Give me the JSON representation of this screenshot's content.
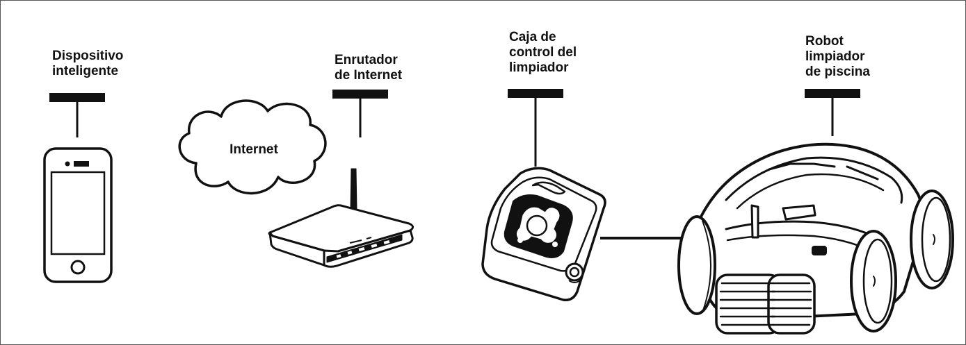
{
  "diagram": {
    "labels": {
      "smart_device": [
        "Dispositivo",
        "inteligente"
      ],
      "router": [
        "Enrutador",
        "de Internet"
      ],
      "control_box": [
        "Caja de",
        "control del",
        "limpiador"
      ],
      "robot": [
        "Robot",
        "limpiador",
        "de piscina"
      ]
    },
    "cloud_label": "Internet",
    "colors": {
      "ink": "#111111",
      "frame": "#555555",
      "background": "#ffffff"
    }
  }
}
